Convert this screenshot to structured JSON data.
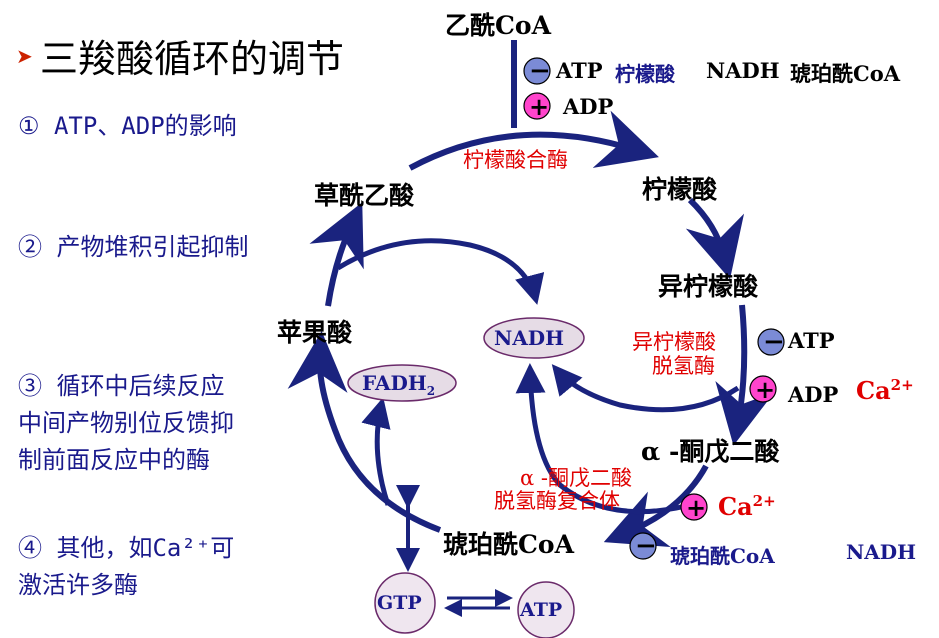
{
  "title": "三羧酸循环的调节",
  "left_items": [
    "① ATP、ADP的影响",
    "② 产物堆积引起抑制",
    "③  循环中后续反应",
    "中间产物别位反馈抑",
    "制前面反应中的酶",
    "④ 其他，如Ca²⁺可",
    "激活许多酶"
  ],
  "nodes": {
    "acetyl_coa": "乙酰CoA",
    "citrate": "柠檬酸",
    "isocitrate": "异柠檬酸",
    "alpha_kg": "α -酮戊二酸",
    "succinyl_coa": "琥珀酰CoA",
    "malate": "苹果酸",
    "oxaloacetate": "草酰乙酸",
    "nadh": "NADH",
    "fadh2_base": "FADH",
    "fadh2_sub": "2",
    "gtp": "GTP",
    "atp": "ATP"
  },
  "enzymes": {
    "citrate_synthase": "柠檬酸合酶",
    "idh_line1": "异柠檬酸",
    "idh_line2": "脱氢酶",
    "akgdh_line1": "α -酮戊二酸",
    "akgdh_line2": "脱氢酶复合体"
  },
  "regulators": {
    "cs_minus_atp": "ATP",
    "cs_minus_citrate": "柠檬酸",
    "cs_minus_nadh": "NADH",
    "cs_minus_succoa": "琥珀酰CoA",
    "cs_plus_adp": "ADP",
    "idh_minus_atp": "ATP",
    "idh_plus_adp": "ADP",
    "idh_plus_ca": "Ca",
    "akg_plus_ca": "Ca",
    "ca_charge": "2+",
    "akg_minus_succoa": "琥珀酰CoA",
    "akg_minus_nadh": "NADH",
    "minus_sign": "−",
    "plus_sign": "+"
  },
  "colors": {
    "arrow": "#1a237e",
    "ellipse_fill": "#e6dce6",
    "minus_fill": "#7b8bd6",
    "plus_fill": "#ff44cc",
    "enzyme_text": "#e00000",
    "left_text": "#1a1a8c"
  }
}
